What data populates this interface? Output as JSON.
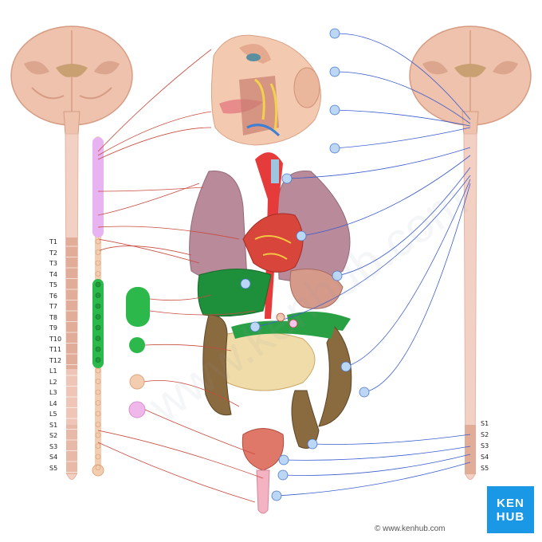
{
  "left_segments": [
    "T1",
    "T2",
    "T3",
    "T4",
    "T5",
    "T6",
    "T7",
    "T8",
    "T9",
    "T10",
    "T11",
    "T12",
    "L1",
    "L2",
    "L3",
    "L4",
    "L5",
    "S1",
    "S2",
    "S3",
    "S4",
    "S5"
  ],
  "right_segments": [
    "S1",
    "S2",
    "S3",
    "S4",
    "S5"
  ],
  "watermark_text": "www.kenhub.com",
  "logo": {
    "line1": "KEN",
    "line2": "HUB"
  },
  "credit": "© www.kenhub.com",
  "colors": {
    "sympathetic": "#c94a3e",
    "parasympathetic": "#3a5bd0",
    "cervical_ganglia": "#e7b3f0",
    "thoracic_ganglia": "#2cb84a",
    "lumbar_ganglia": "#f3cdb0",
    "spinal_cord": "#f3d0c4",
    "brain": "#eec2ac",
    "logo_bg": "#1a98e6"
  }
}
